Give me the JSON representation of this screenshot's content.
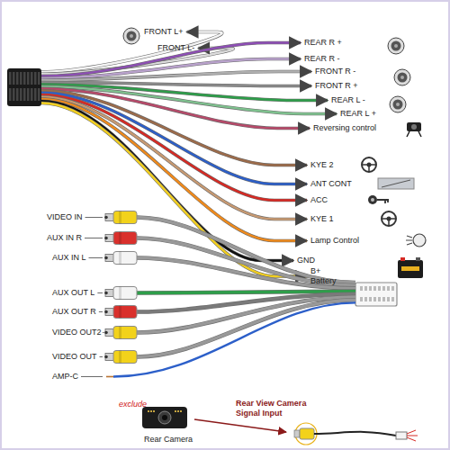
{
  "diagram": {
    "labels": [
      "FRONT L+",
      "FRONT L-",
      "REAR R +",
      "REAR R -",
      "FRONT R -",
      "FRONT R +",
      "REAR L -",
      "REAR L +",
      "Reversing control",
      "KYE 2",
      "ANT CONT",
      "ACC",
      "KYE 1",
      "Lamp Control",
      "GND",
      "B+ Battery",
      "VIDEO IN",
      "AUX IN R",
      "AUX IN L",
      "AUX OUT L",
      "AUX OUT R",
      "VIDEO OUT2",
      "VIDEO OUT",
      "AMP-C",
      "exclude",
      "Rear Camera",
      "Rear View Camera Signal Input"
    ]
  }
}
